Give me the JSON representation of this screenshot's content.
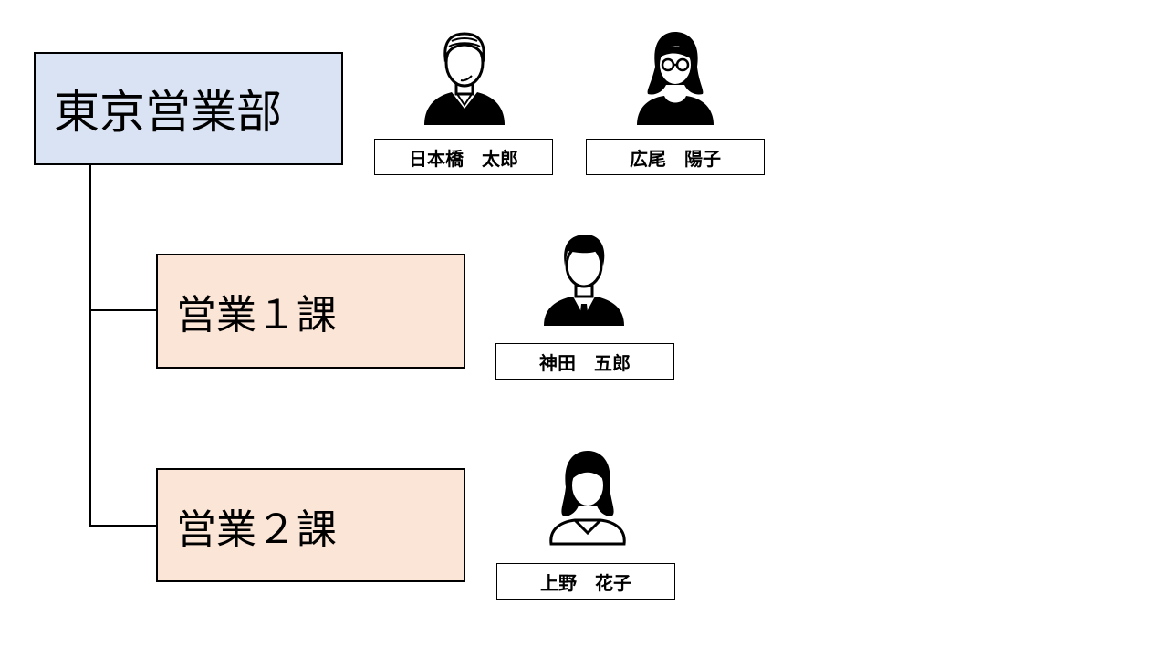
{
  "colors": {
    "department_fill": "#dae3f3",
    "section_fill": "#fbe5d6",
    "line": "#000000"
  },
  "department": {
    "label": "東京営業部",
    "members": [
      {
        "name": "日本橋　太郎",
        "icon": "elderly-man-avatar-icon"
      },
      {
        "name": "広尾　陽子",
        "icon": "woman-with-glasses-avatar-icon"
      }
    ]
  },
  "sections": [
    {
      "label": "営業１課",
      "members": [
        {
          "name": "神田　五郎",
          "icon": "businessman-avatar-icon"
        }
      ]
    },
    {
      "label": "営業２課",
      "members": [
        {
          "name": "上野　花子",
          "icon": "woman-avatar-icon"
        }
      ]
    }
  ]
}
